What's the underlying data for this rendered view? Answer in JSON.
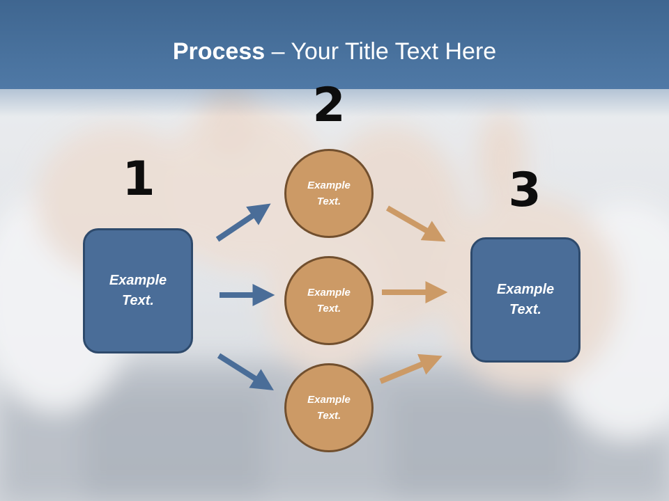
{
  "slide": {
    "title_bold": "Process",
    "title_rest": " – Your Title Text Here",
    "step_numbers": [
      "1",
      "2",
      "3"
    ],
    "left_box": "Example Text.",
    "circles": [
      "Example Text.",
      "Example Text.",
      "Example Text."
    ],
    "right_box": "Example Text."
  },
  "colors": {
    "title_bar": "#4a719c",
    "box_fill": "#4a6d98",
    "circle_fill": "#cc9a66",
    "blue_arrow": "#4a6d98",
    "orange_arrow": "#cc9a66"
  },
  "icons": {
    "background": "thumbs-up-hands-photo"
  }
}
